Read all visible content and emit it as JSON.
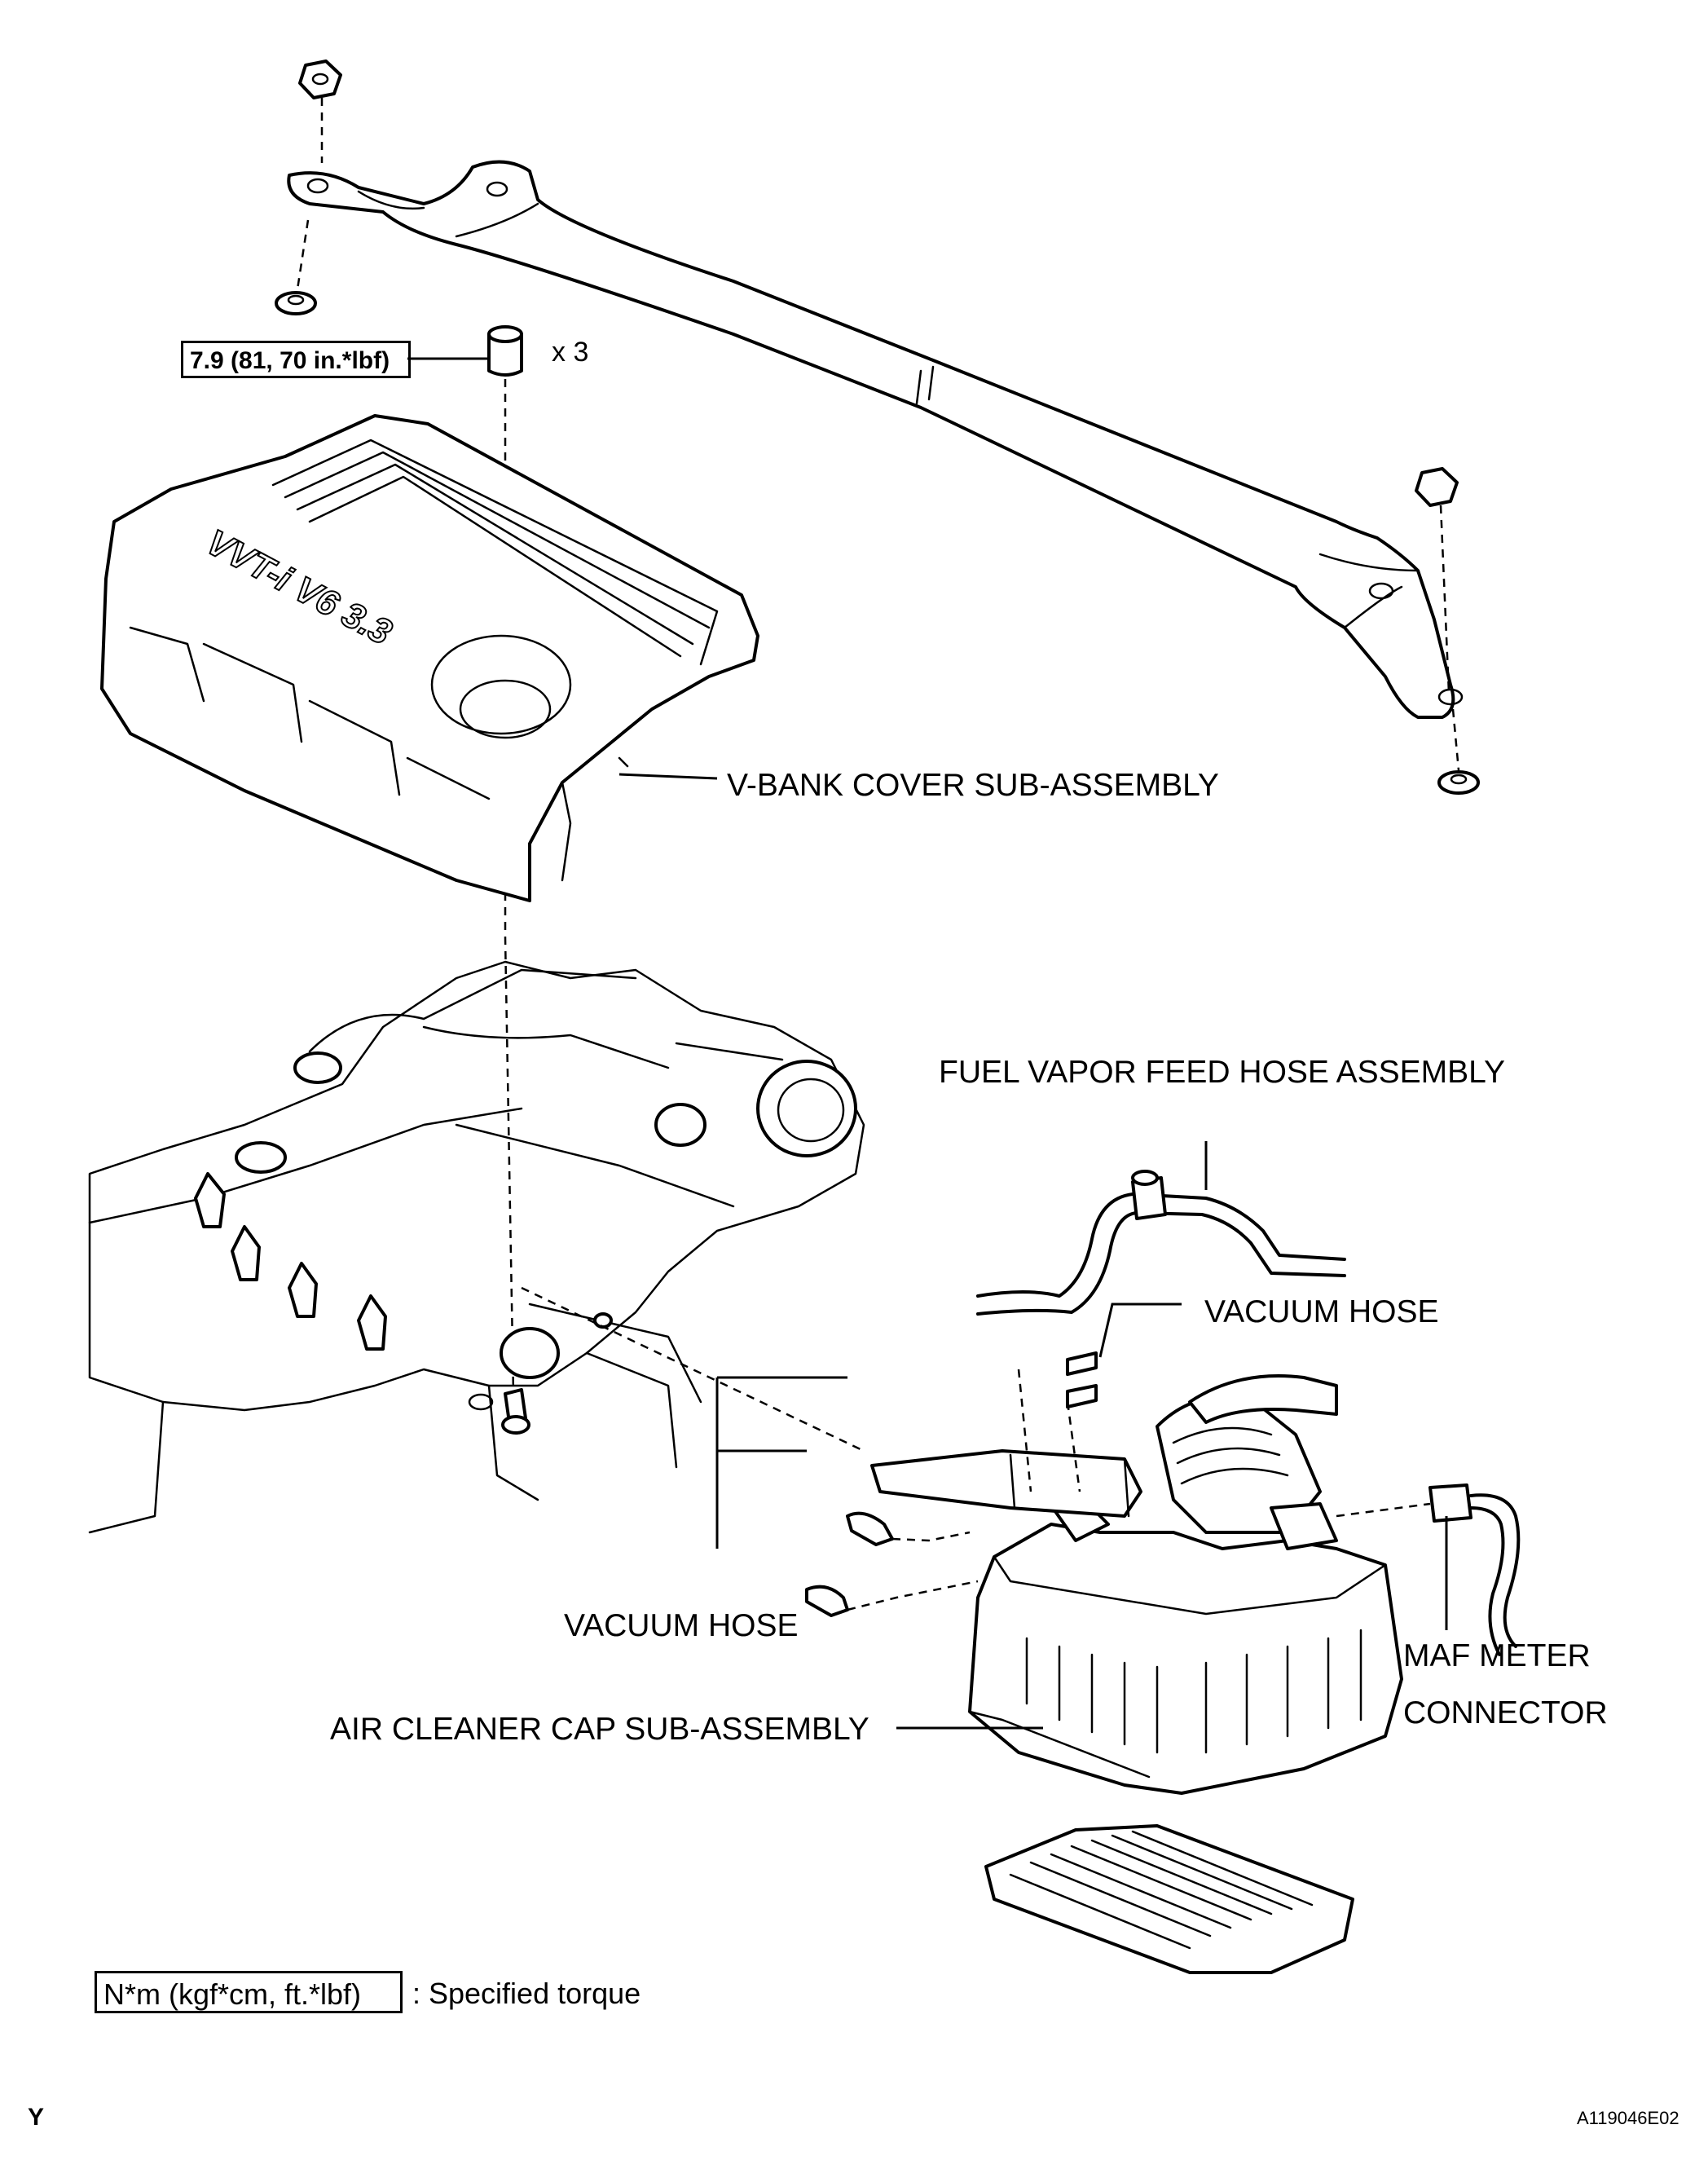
{
  "torque": {
    "spec": "7.9 (81, 70 in.*lbf)",
    "qty": "x 3"
  },
  "parts": {
    "v_bank_cover": "V-BANK COVER SUB-ASSEMBLY",
    "fuel_vapor_hose": "FUEL VAPOR FEED HOSE ASSEMBLY",
    "vacuum_hose_top": "VACUUM HOSE",
    "vacuum_hose_bottom": "VACUUM HOSE",
    "maf_line1": "MAF METER",
    "maf_line2": "CONNECTOR",
    "air_cleaner_cap": "AIR CLEANER CAP SUB-ASSEMBLY"
  },
  "cover_emblem": "VVT-i V6 3.3",
  "legend": {
    "box": "N*m (kgf*cm, ft.*lbf)",
    "text": ": Specified torque"
  },
  "footer": {
    "code_left": "Y",
    "code_right": "A119046E02"
  }
}
